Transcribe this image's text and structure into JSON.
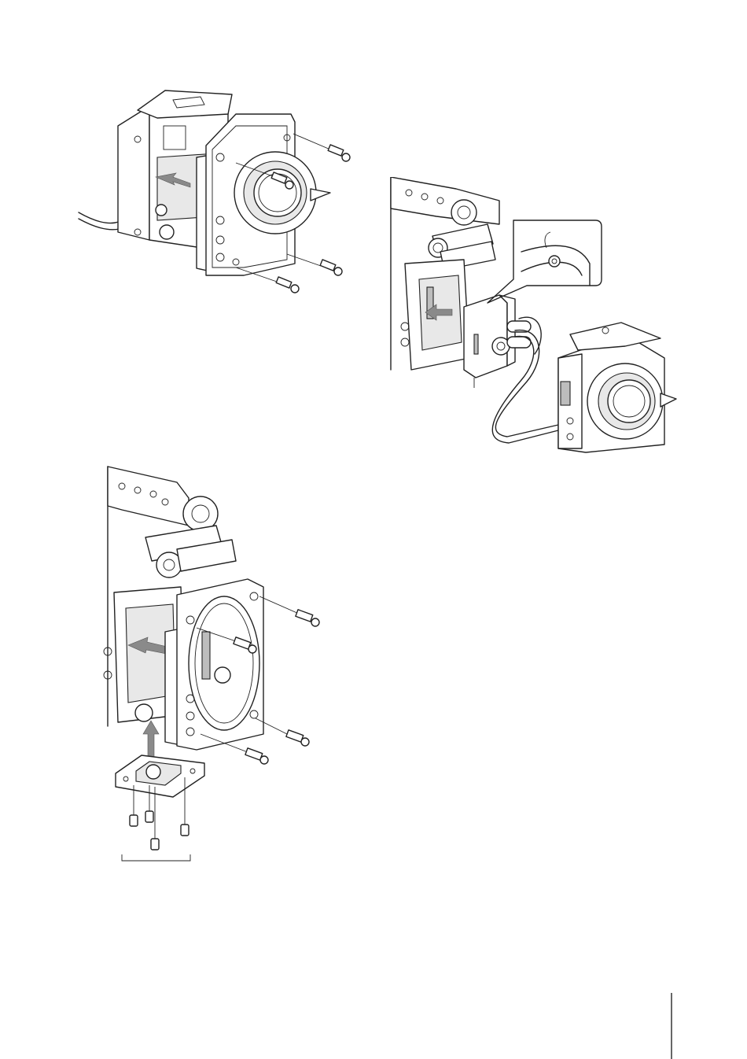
{
  "document": {
    "page_number_visible": false
  },
  "figures": [
    {
      "name": "lens-mount-removal",
      "icons": [
        "camera-body-icon",
        "lens-mount-plate-icon",
        "screw-icon",
        "cable-icon",
        "direction-arrow-icon"
      ]
    },
    {
      "name": "extension-unit-attachment",
      "icons": [
        "camera-body-icon",
        "extension-adapter-icon",
        "callout-detail-icon",
        "lens-mount-plate-icon",
        "cable-icon",
        "direction-arrow-icon"
      ]
    },
    {
      "name": "front-plate-installation",
      "icons": [
        "camera-body-icon",
        "front-plate-icon",
        "screw-icon",
        "bottom-cover-icon",
        "direction-arrow-icon"
      ]
    }
  ],
  "colors": {
    "line": "#222222",
    "arrow_fill": "#8a8a8a",
    "shade": "#e8e8e8",
    "rule": "#666666"
  }
}
